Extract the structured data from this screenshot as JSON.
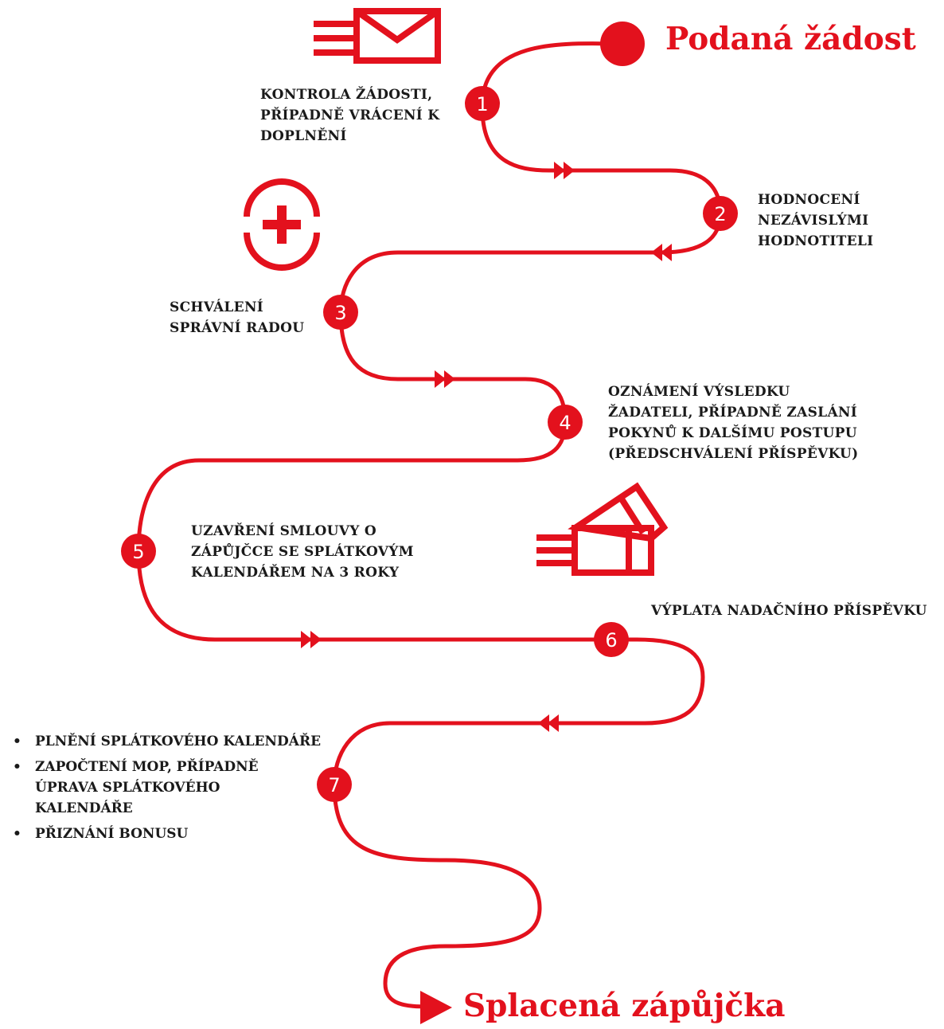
{
  "start_title": "Podaná žádost",
  "end_title": "Splacená zápůjčka",
  "accent_color": "#e3111d",
  "steps": [
    {
      "number": "1",
      "text": "KONTROLA ŽÁDOSTI,\nPŘÍPADNĚ VRÁCENÍ K\nDOPLNĚNÍ"
    },
    {
      "number": "2",
      "text": "HODNOCENÍ\nNEZÁVISLÝMI\nHODNOTITELI"
    },
    {
      "number": "3",
      "text": "SCHVÁLENÍ\nSPRÁVNÍ RADOU"
    },
    {
      "number": "4",
      "text": "OZNÁMENÍ VÝSLEDKU\nŽADATELI, PŘÍPADNĚ ZASLÁNÍ\nPOKYNŮ K DALŠÍMU POSTUPU\n(PŘEDSCHVÁLENÍ PŘÍSPĚVKU)"
    },
    {
      "number": "5",
      "text": "UZAVŘENÍ SMLOUVY O\nZÁPŮJČCE SE SPLÁTKOVÝM\nKALENDÁŘEM NA 3 ROKY"
    },
    {
      "number": "6",
      "text": "VÝPLATA NADAČNÍHO PŘÍSPĚVKU"
    },
    {
      "number": "7",
      "bullets": [
        "PLNĚNÍ SPLÁTKOVÉHO KALENDÁŘE",
        "ZAPOČTENÍ MOP, PŘÍPADNĚ\nÚPRAVA SPLÁTKOVÉHO\nKALENDÁŘE",
        "PŘIZNÁNÍ BONUSU"
      ]
    }
  ],
  "icons": [
    "envelope-icon",
    "plus-circle-icon",
    "payout-hand-icon"
  ]
}
